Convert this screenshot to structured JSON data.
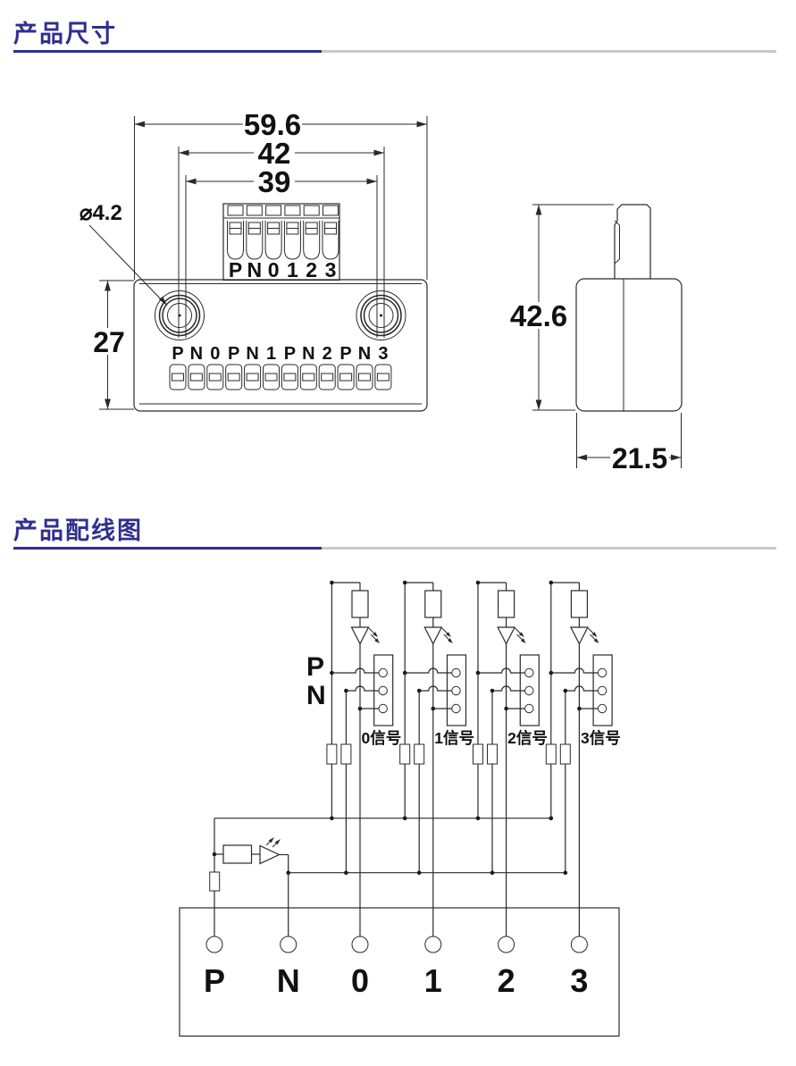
{
  "colors": {
    "accent_navy": "#2f2f8e",
    "rule_gray": "#c9c9c9",
    "line_color": "#2a2a2a"
  },
  "section_dimensions": {
    "title": "产品尺寸",
    "dims": {
      "overall_width": "59.6",
      "hole_pitch": "42",
      "plug_width": "39",
      "hole_diameter": "⌀4.2",
      "body_height": "27",
      "side_height": "42.6",
      "side_depth": "21.5"
    },
    "plug_labels": [
      "P",
      "N",
      "0",
      "1",
      "2",
      "3"
    ],
    "base_labels": [
      "P",
      "N",
      "0",
      "P",
      "N",
      "1",
      "P",
      "N",
      "2",
      "P",
      "N",
      "3"
    ]
  },
  "section_wiring": {
    "title": "产品配线图",
    "p_label": "P",
    "n_label": "N",
    "channels": [
      {
        "label": "0信号"
      },
      {
        "label": "1信号"
      },
      {
        "label": "2信号"
      },
      {
        "label": "3信号"
      }
    ],
    "terminals": [
      "P",
      "N",
      "0",
      "1",
      "2",
      "3"
    ]
  }
}
